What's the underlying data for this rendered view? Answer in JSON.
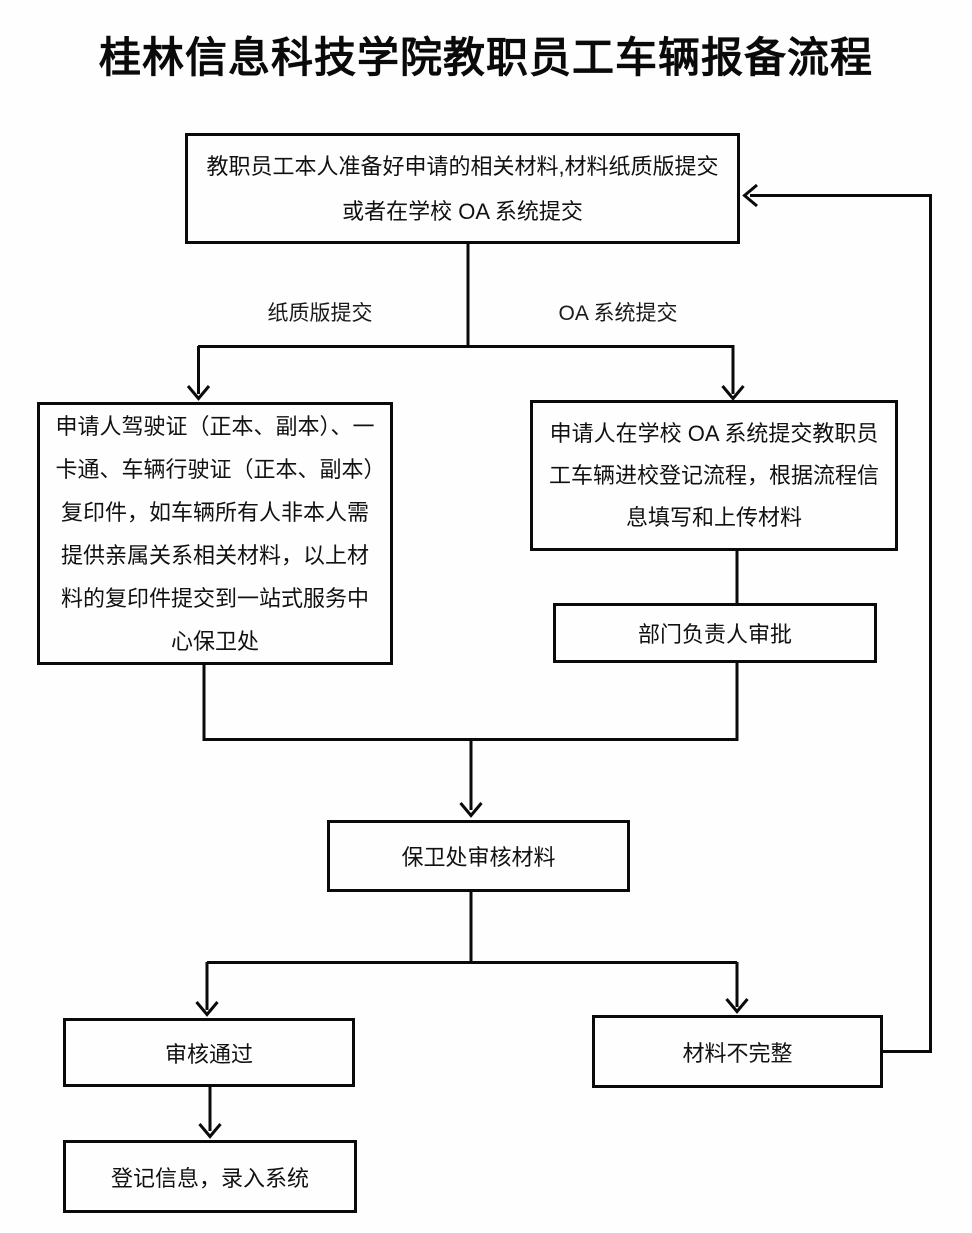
{
  "title": "桂林信息科技学院教职员工车辆报备流程",
  "nodes": {
    "prepare": "教职员工本人准备好申请的相关材料,材料纸质版提交或者在学校 OA 系统提交",
    "paper_submit": "申请人驾驶证（正本、副本）、一卡通、车辆行驶证（正本、副本）复印件，如车辆所有人非本人需提供亲属关系相关材料，以上材料的复印件提交到一站式服务中心保卫处",
    "oa_submit": "申请人在学校 OA 系统提交教职员工车辆进校登记流程，根据流程信息填写和上传材料",
    "dept_approval": "部门负责人审批",
    "security_review": "保卫处审核材料",
    "approved": "审核通过",
    "incomplete": "材料不完整",
    "register": "登记信息，录入系统"
  },
  "edge_labels": {
    "paper_branch": "纸质版提交",
    "oa_branch": "OA 系统提交"
  },
  "colors": {
    "line": "#0a0a0a",
    "background": "#fefefe",
    "text": "#111111"
  }
}
